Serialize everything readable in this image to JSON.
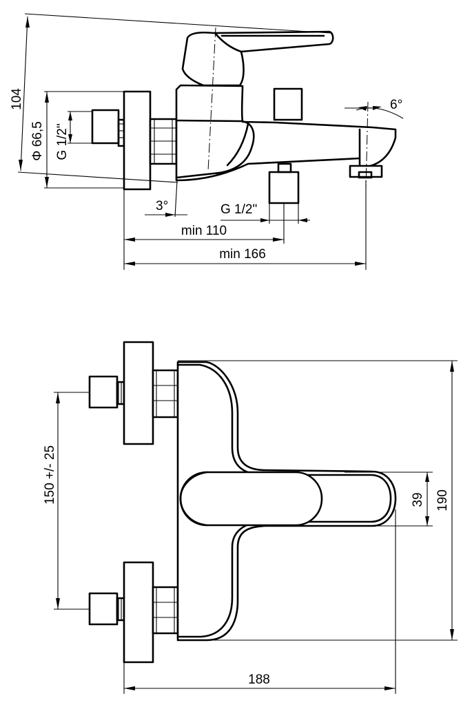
{
  "side_view": {
    "height_label": "104",
    "diameter_label": "Φ 66,5",
    "inlet_thread_label": "G 1/2\"",
    "spout_angle_label": "6°",
    "wall_angle_label": "3°",
    "outlet_thread_label": "G 1/2\"",
    "min_depth_label": "min 110",
    "min_total_label": "min 166"
  },
  "front_view": {
    "centers_label": "150 +/- 25",
    "lever_height_label": "39",
    "total_height_label": "190",
    "total_width_label": "188"
  }
}
